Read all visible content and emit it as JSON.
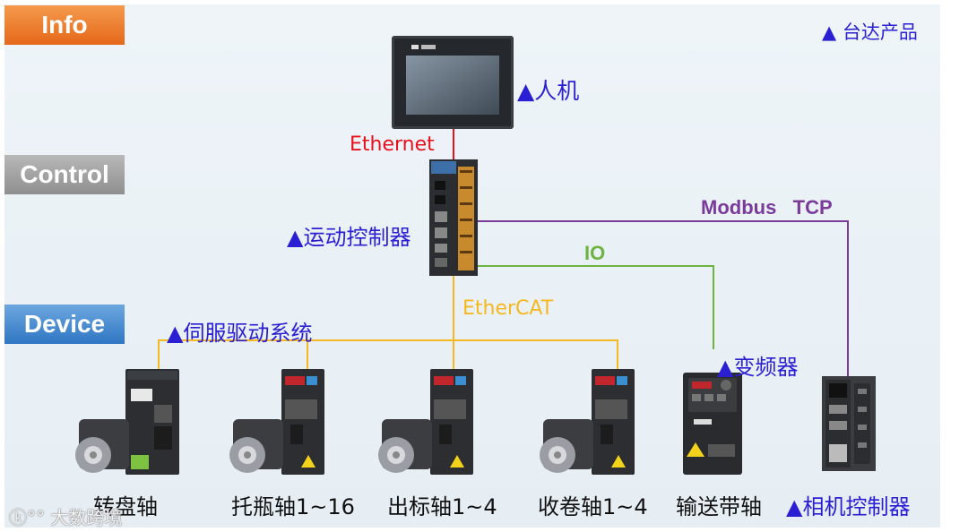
{
  "tiers": {
    "info": "Info",
    "control": "Control",
    "device": "Device"
  },
  "legend": "▲ 台达产品",
  "hmi_label": "▲人机",
  "controller_label": "▲运动控制器",
  "servo_system_label": "▲伺服驱动系统",
  "vfd_label": "▲变频器",
  "camera_label": "▲相机控制器",
  "links": {
    "ethernet": "Ethernet",
    "ethercat": "EtherCAT",
    "io": "IO",
    "modbus": "Modbus   TCP"
  },
  "devices": [
    "转盘轴",
    "托瓶轴1~16",
    "出标轴1~4",
    "收卷轴1~4",
    "输送带轴"
  ],
  "watermark": "大数跨境",
  "colors": {
    "ethernet": "#e8101c",
    "ethercat": "#f5b820",
    "io": "#6db33f",
    "modbus": "#7a3b9a",
    "delta_blue": "#2a1fd2"
  }
}
